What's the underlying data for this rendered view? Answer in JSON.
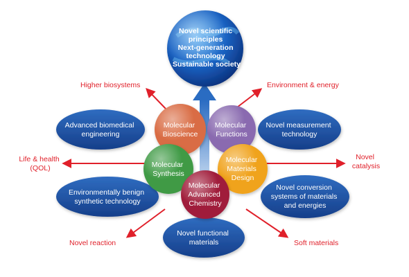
{
  "center_goal": {
    "lines": [
      "Novel scientific",
      "principles",
      "Next-generation",
      "technology",
      "Sustainable society"
    ]
  },
  "core_circles": [
    {
      "lines": [
        "Molecular",
        "Bioscience"
      ],
      "color": "#d96c44"
    },
    {
      "lines": [
        "Molecular",
        "Functions"
      ],
      "color": "#8a6bb0"
    },
    {
      "lines": [
        "Molecular",
        "Synthesis"
      ],
      "color": "#3f9a45"
    },
    {
      "lines": [
        "Molecular",
        "Materials",
        "Design"
      ],
      "color": "#f0a31e"
    },
    {
      "lines": [
        "Molecular",
        "Advanced",
        "Chemistry"
      ],
      "color": "#a01c3a"
    }
  ],
  "fields": [
    {
      "lines": [
        "Advanced biomedical",
        "engineering"
      ]
    },
    {
      "lines": [
        "Novel measurement",
        "technology"
      ]
    },
    {
      "lines": [
        "Environmentally benign",
        "synthetic technology"
      ]
    },
    {
      "lines": [
        "Novel conversion",
        "systems of materials",
        "and energies"
      ]
    },
    {
      "lines": [
        "Novel functional",
        "materials"
      ]
    }
  ],
  "outcomes": [
    {
      "lines": [
        "Higher biosystems"
      ]
    },
    {
      "lines": [
        "Environment & energy"
      ]
    },
    {
      "lines": [
        "Life & health",
        "(QOL)"
      ]
    },
    {
      "lines": [
        "Novel",
        "catalysis"
      ]
    },
    {
      "lines": [
        "Novel reaction"
      ]
    },
    {
      "lines": [
        "Soft materials"
      ]
    }
  ],
  "colors": {
    "ellipse_blue": "#1f56a8",
    "arrow_red": "#e0202a",
    "center_arrow_blue": "#2a6cc2",
    "globe_blue": "#1b6ac9"
  }
}
